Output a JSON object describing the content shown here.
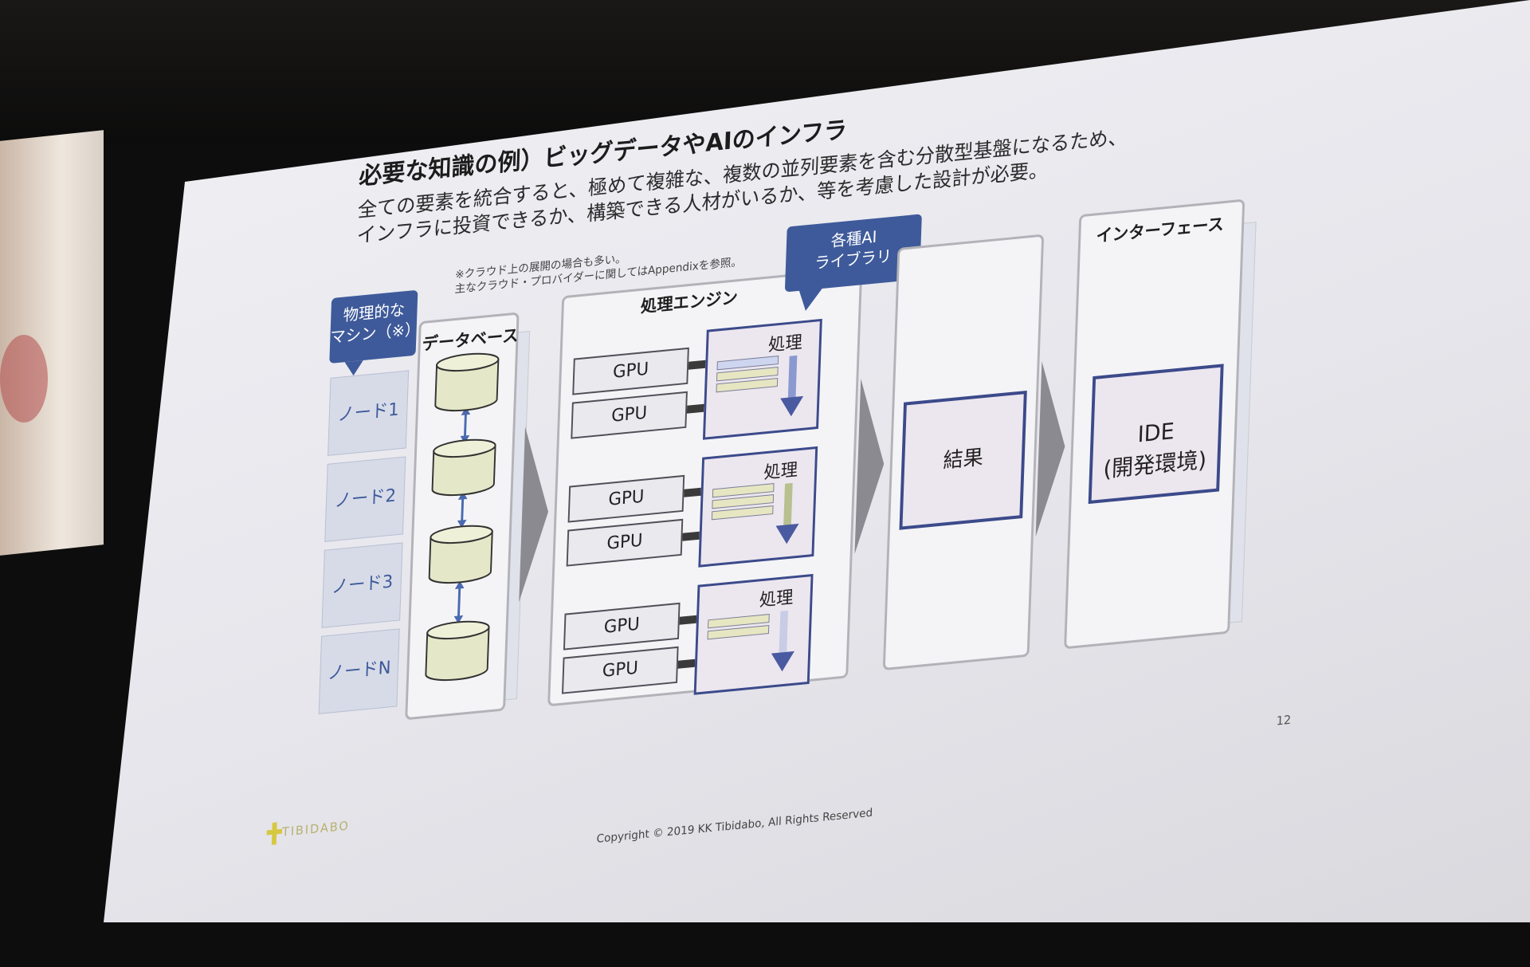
{
  "slide": {
    "title": "必要な知識の例）ビッグデータやAIのインフラ",
    "subtitle_line1": "全ての要素を統合すると、極めて複雑な、複数の並列要素を含む分散型基盤になるため、",
    "subtitle_line2": "インフラに投資できるか、構築できる人材がいるか、等を考慮した設計が必要。",
    "note_line1": "※クラウド上の展開の場合も多い。",
    "note_line2": "主なクラウド・プロバイダーに関してはAppendixを参照。",
    "page_number": "12",
    "copyright": "Copyright © 2019 KK Tibidabo, All Rights Reserved",
    "logo_text": "TIBIDABO"
  },
  "callouts": {
    "physical_line1": "物理的な",
    "physical_line2": "マシン（※）",
    "ai_line1": "各種AI",
    "ai_line2": "ライブラリ"
  },
  "nodes": [
    "ノード1",
    "ノード2",
    "ノード3",
    "ノードN"
  ],
  "database": {
    "label": "データベース"
  },
  "engine": {
    "label": "処理エンジン",
    "gpu_label": "GPU",
    "process_label": "処理"
  },
  "result": {
    "label": "結果"
  },
  "interface": {
    "label": "インターフェース",
    "ide_line1": "IDE",
    "ide_line2": "(開発環境)"
  },
  "colors": {
    "accent_blue": "#3e5a9a",
    "panel_border": "#b2b2b8",
    "cylinder_fill": "#e4e8c8",
    "process_fill": "#ece6ef"
  }
}
